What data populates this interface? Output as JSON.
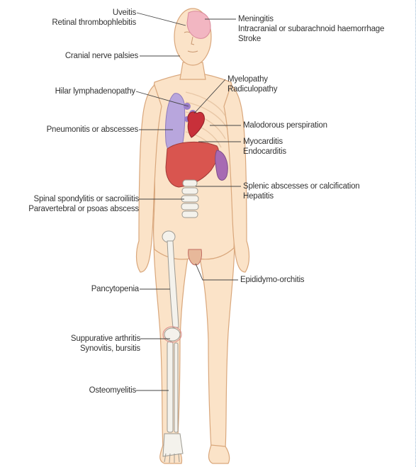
{
  "labels": {
    "uveitis": "Uveitis",
    "retinal": "Retinal thrombophlebitis",
    "cranial": "Cranial nerve palsies",
    "hilar": "Hilar lymphadenopathy",
    "pneumonitis": "Pneumonitis or abscesses",
    "spinal": "Spinal spondylitis or sacroiliitis",
    "paravertebral": "Paravertebral or psoas abscess",
    "pancytopenia": "Pancytopenia",
    "suppurative": "Suppurative arthritis",
    "synovitis": "Synovitis, bursitis",
    "osteomyelitis": "Osteomyelitis",
    "meningitis": "Meningitis",
    "intracranial": "Intracranial or subarachnoid haemorrhage",
    "stroke": "Stroke",
    "myelopathy": "Myelopathy",
    "radiculopathy": "Radiculopathy",
    "malodorous": "Malodorous perspiration",
    "myocarditis": "Myocarditis",
    "endocarditis": "Endocarditis",
    "splenic": "Splenic abscesses or calcification",
    "hepatitis": "Hepatitis",
    "epididymo": "Epididymo-orchitis"
  },
  "colors": {
    "skin": "#fbe3c8",
    "skin_outline": "#d9a77c",
    "brain": "#f2b6c2",
    "lung": "#b8a6dd",
    "liver": "#d9554f",
    "spleen": "#a76ab3",
    "heart": "#c8303a",
    "bone": "#f4f2ec",
    "leader_line": "#444444"
  }
}
